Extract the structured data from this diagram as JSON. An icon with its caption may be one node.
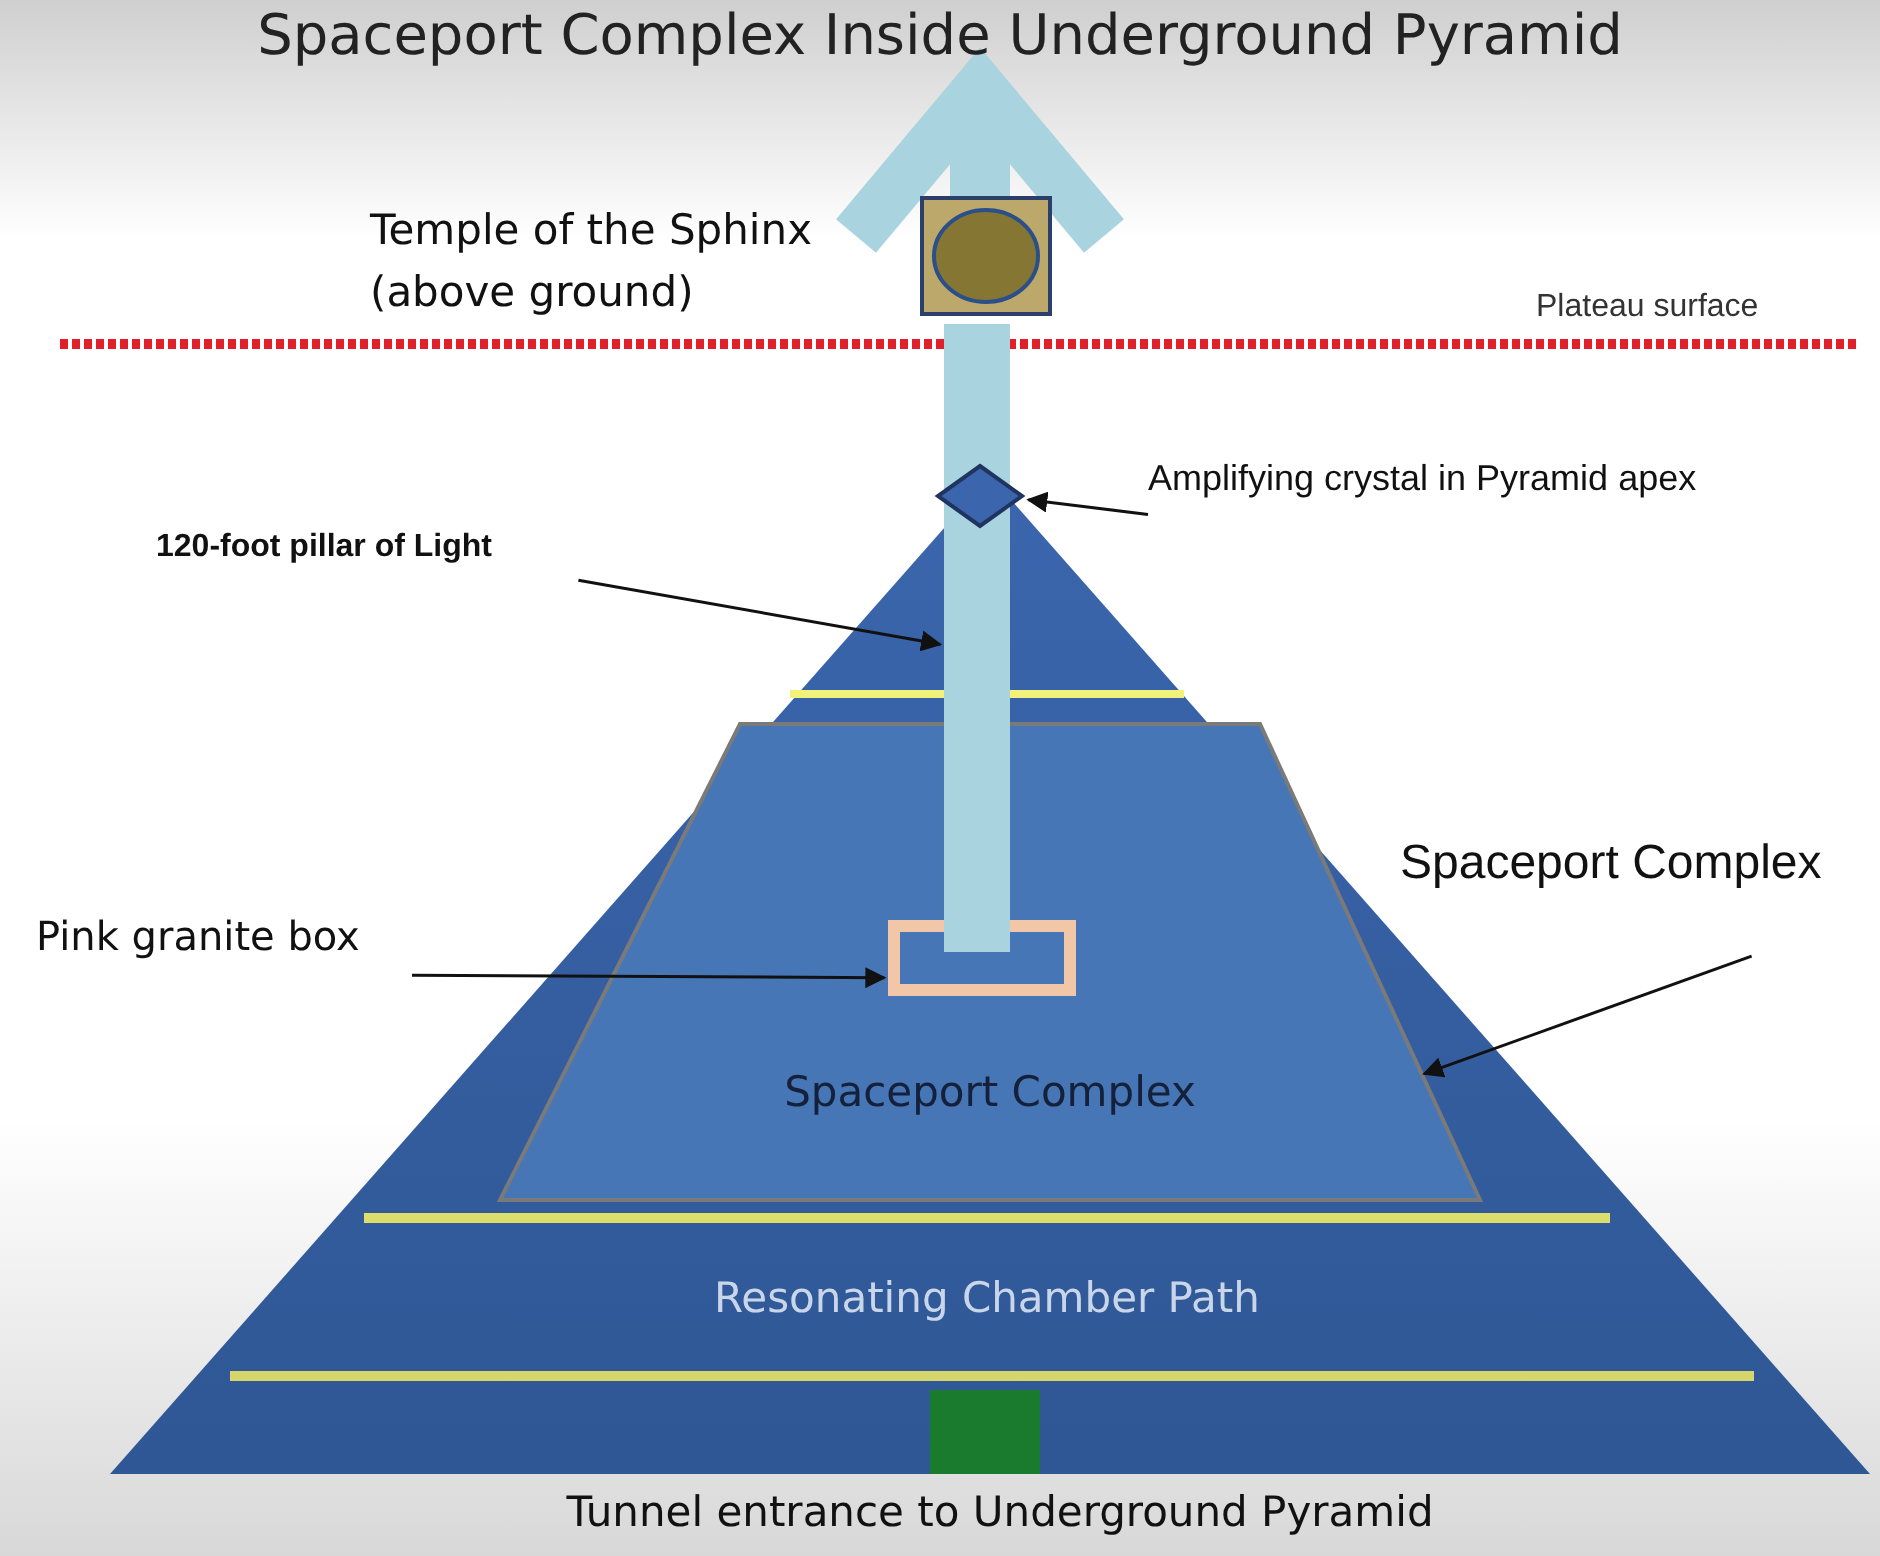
{
  "diagram": {
    "title": "Spaceport Complex Inside Underground Pyramid",
    "nodes": [
      {
        "text": [
          "Temple of the Sphinx (above ground)"
        ]
      },
      {
        "text": [],
        "shape": "triangle"
      },
      {
        "text": [],
        "shape": "diamond"
      },
      {
        "text": [],
        "shape": "bar"
      },
      {
        "text": [
          "Spaceport Complex"
        ],
        "in": 1
      },
      {
        "text": [],
        "shape": "box",
        "in": 4
      },
      {
        "text": [
          "Resonating Chamber Path"
        ],
        "in": 1
      },
      {
        "text": [],
        "shape": "box",
        "in": 1,
        "beside": [
          "Tunnel entrance to Underground Pyramid"
        ]
      },
      {
        "text": [
          "Amplifying crystal in Pyramid apex"
        ]
      },
      {
        "text": [
          "120-foot pillar of Light"
        ]
      },
      {
        "text": [
          "Pink granite box"
        ]
      },
      {
        "text": [
          "Spaceport Complex"
        ]
      }
    ],
    "edges": [
      {
        "from": 8,
        "to": 2,
        "arrow": "to"
      },
      {
        "from": 9,
        "to": 3,
        "arrow": "to"
      },
      {
        "from": 10,
        "to": 5,
        "arrow": "to"
      },
      {
        "from": 11,
        "to": 4,
        "arrow": "to"
      }
    ],
    "labels": [
      "Plateau surface"
    ]
  }
}
